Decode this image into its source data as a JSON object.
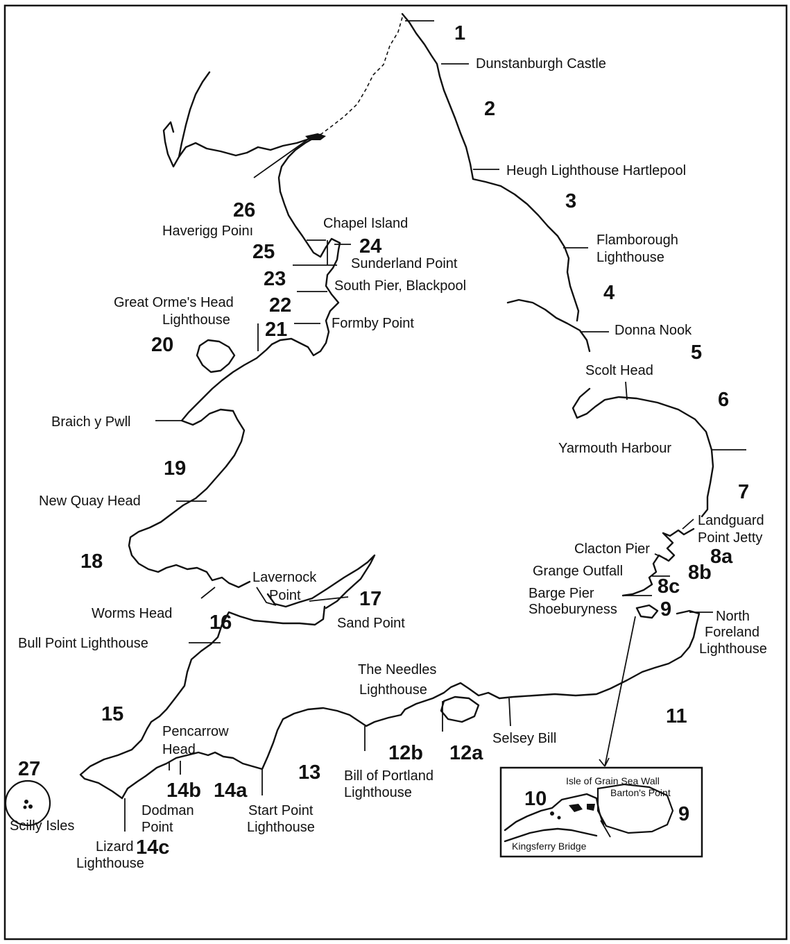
{
  "places": {
    "dunstanburgh": "Dunstanburgh Castle",
    "heugh": "Heugh Lighthouse Hartlepool",
    "flamborough_1": "Flamborough",
    "flamborough_2": "Lighthouse",
    "donna_nook": "Donna Nook",
    "scolt_head": "Scolt Head",
    "yarmouth": "Yarmouth Harbour",
    "landguard_1": "Landguard",
    "landguard_2": "Point Jetty",
    "clacton": "Clacton Pier",
    "grange": "Grange Outfall",
    "barge": "Barge Pier",
    "shoeburyness": "Shoeburyness",
    "north_foreland_1": "North",
    "north_foreland_2": "Foreland",
    "north_foreland_3": "Lighthouse",
    "selsey": "Selsey Bill",
    "needles_1": "The Needles",
    "needles_2": "Lighthouse",
    "portland_1": "Bill of Portland",
    "portland_2": "Lighthouse",
    "start_1": "Start Point",
    "start_2": "Lighthouse",
    "pencarrow_1": "Pencarrow",
    "pencarrow_2": "Head",
    "dodman_1": "Dodman",
    "dodman_2": "Point",
    "lizard_1": "Lizard",
    "lizard_2": "Lighthouse",
    "scilly": "Scilly Isles",
    "bull_point": "Bull Point Lighthouse",
    "worms_head": "Worms Head",
    "lavernock_1": "Lavernock",
    "lavernock_2": "Point",
    "sand_point": "Sand Point",
    "new_quay": "New Quay Head",
    "braich": "Braich y Pwll",
    "great_orme_1": "Great Orme's Head",
    "great_orme_2": "Lighthouse",
    "formby": "Formby Point",
    "blackpool": "South Pier, Blackpool",
    "sunderland": "Sunderland Point",
    "chapel": "Chapel Island",
    "haverigg": "Haverigg Poinı"
  },
  "numbers": {
    "n1": "1",
    "n2": "2",
    "n3": "3",
    "n4": "4",
    "n5": "5",
    "n6": "6",
    "n7": "7",
    "n8a": "8a",
    "n8b": "8b",
    "n8c": "8c",
    "n9": "9",
    "n11": "11",
    "n12a": "12a",
    "n12b": "12b",
    "n13": "13",
    "n14a": "14a",
    "n14b": "14b",
    "n14c": "14c",
    "n15": "15",
    "n16": "16",
    "n17": "17",
    "n18": "18",
    "n19": "19",
    "n20": "20",
    "n21": "21",
    "n22": "22",
    "n23": "23",
    "n24": "24",
    "n25": "25",
    "n26": "26",
    "n27": "27"
  },
  "inset": {
    "isle_of_grain": "Isle of Grain Sea Wall",
    "bartons_point": "Barton's Point",
    "kingsferry": "Kingsferry Bridge",
    "n10": "10",
    "n9": "9"
  }
}
